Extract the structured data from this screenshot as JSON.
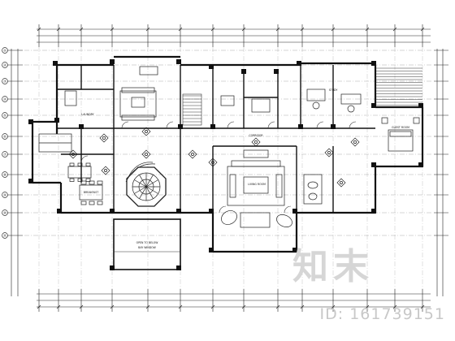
{
  "plan": {
    "grid_row_labels": [
      "①",
      "②",
      "③",
      "④",
      "⑤",
      "⑥",
      "⑦",
      "⑧",
      "⑨",
      "⑩",
      "⑪"
    ],
    "room_labels": {
      "laundry": "LAUNDRY",
      "breakfast": "BREAKFAST",
      "living": "LIVING ROOM",
      "study": "STUDY",
      "corridor": "CORRIDOR",
      "guest": "GUEST ROOM",
      "open_to_below": "OPEN TO BELOW",
      "bay": "BAY WINDOW"
    }
  },
  "watermark": {
    "logo_text": "知末",
    "id_text": "ID: 161739151"
  }
}
